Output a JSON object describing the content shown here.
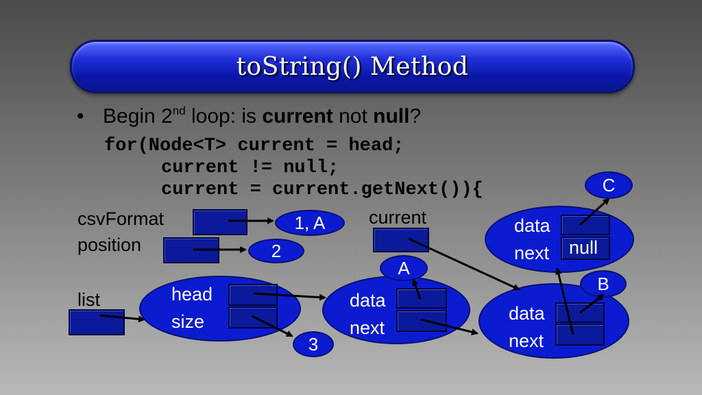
{
  "title": "toString() Method",
  "bullet": {
    "prefix": "Begin 2",
    "sup": "nd",
    "mid": " loop: is ",
    "bold1": "current",
    "mid2": " not ",
    "bold2": "null",
    "end": "?"
  },
  "code": {
    "line1": "for(Node<T> current = head;",
    "line2": "current != null;",
    "line3": "current = current.getNext()){"
  },
  "labels": {
    "csvFormat": "csvFormat",
    "position": "position",
    "list": "list",
    "current": "current",
    "head": "head",
    "size": "size",
    "data": "data",
    "next": "next",
    "null": "null"
  },
  "values": {
    "csv_value": "1, A",
    "position_value": "2",
    "size_value": "3",
    "node1_data": "A",
    "node2_data": "B",
    "node3_data": "C"
  }
}
